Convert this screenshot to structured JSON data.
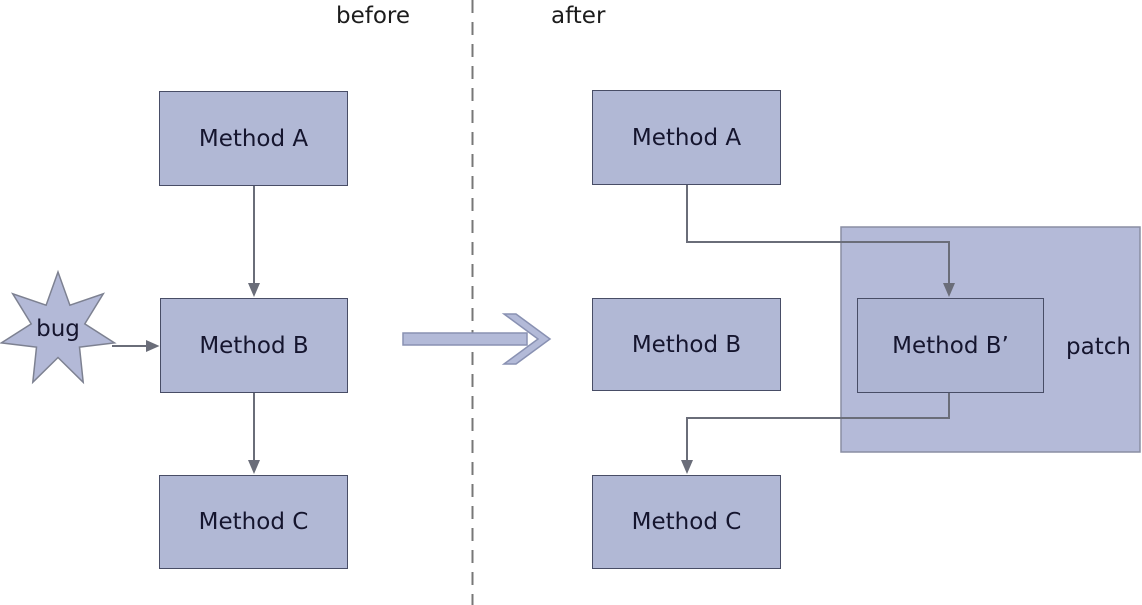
{
  "diagram": {
    "section_labels": {
      "before": "before",
      "after": "after"
    },
    "bug_label": "bug",
    "patch_label": "patch",
    "before": {
      "method_a": "Method A",
      "method_b": "Method B",
      "method_c": "Method C"
    },
    "after": {
      "method_a": "Method A",
      "method_b": "Method B",
      "method_b_prime": "Method B’",
      "method_c": "Method C"
    },
    "colors": {
      "node_fill": "#b1b8d5",
      "node_border": "#484d66",
      "node_text": "#15152e",
      "patch_fill": "#b4bad8",
      "patch_border": "#8a8ea3",
      "star_fill": "#b3b9d7",
      "star_border": "#7d8191",
      "big_arrow_fill": "#b3bad8",
      "big_arrow_border": "#8991b2",
      "connector": "#6a6d79",
      "divider": "#777777",
      "label_text": "#1c1c1c"
    }
  }
}
